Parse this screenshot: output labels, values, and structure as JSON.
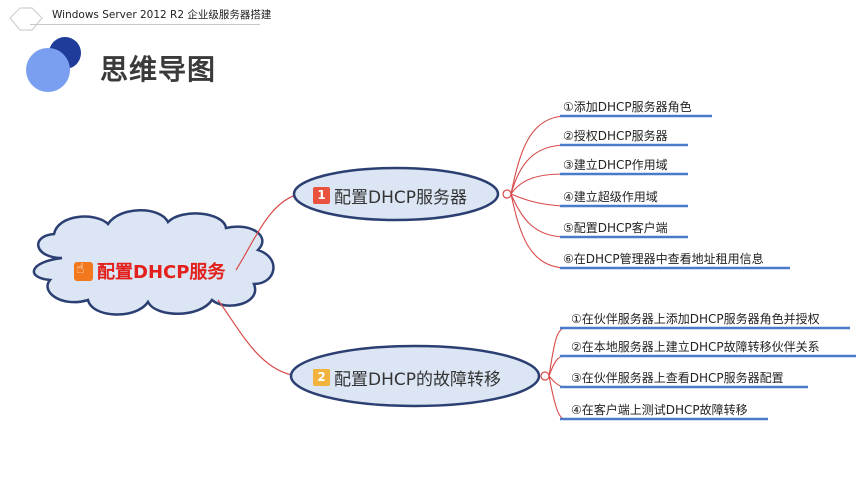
{
  "header": {
    "course_title": "Windows Server 2012 R2 企业级服务器搭建"
  },
  "page_title": "思维导图",
  "mindmap": {
    "root": {
      "label": "配置DHCP服务",
      "icon": "thumbs-up-icon"
    },
    "branches": [
      {
        "number": "1",
        "label": "配置DHCP服务器",
        "badge_color": "#e8523f",
        "children": [
          "①添加DHCP服务器角色",
          "②授权DHCP服务器",
          "③建立DHCP作用域",
          "④建立超级作用域",
          "⑤配置DHCP客户端",
          "⑥在DHCP管理器中查看地址租用信息"
        ]
      },
      {
        "number": "2",
        "label": "配置DHCP的故障转移",
        "badge_color": "#f2b33d",
        "children": [
          "①在伙伴服务器上添加DHCP服务器角色并授权",
          "②在本地服务器上建立DHCP故障转移伙伴关系",
          "③在伙伴服务器上查看DHCP服务器配置",
          "④在客户端上测试DHCP故障转移"
        ]
      }
    ]
  },
  "colors": {
    "decor_navy": "#1f3c9a",
    "decor_blue": "#7b9ff0",
    "node_fill": "#dbe5f3",
    "node_stroke": "#2c3f72",
    "connector_red": "#d94a4a",
    "underline_blue": "#4a7ac8",
    "root_text": "#e3201b"
  }
}
